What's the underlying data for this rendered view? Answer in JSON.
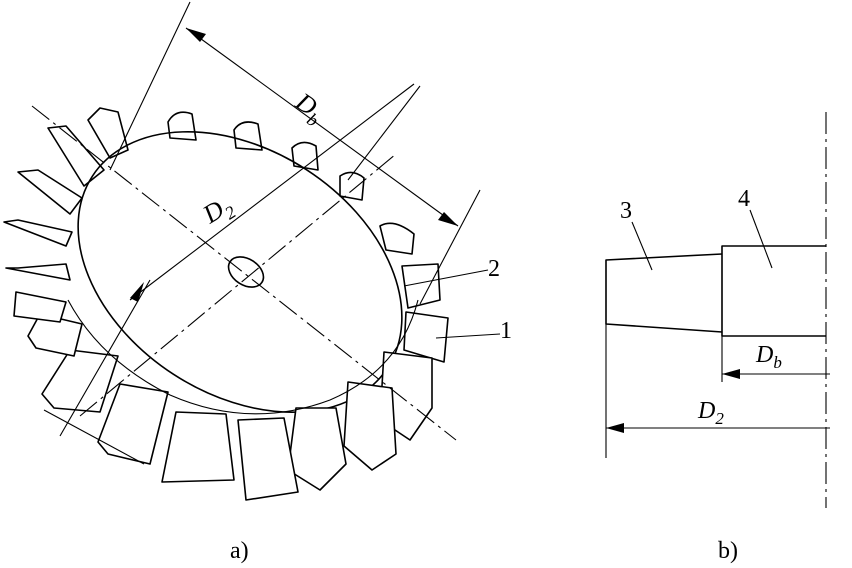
{
  "figure": {
    "panel_a_caption": "a)",
    "panel_b_caption": "b)"
  },
  "labels": {
    "dim_Db_main": "D",
    "dim_Db_sub": "b",
    "dim_D2_main": "D",
    "dim_D2_sub": "2",
    "part_1": "1",
    "part_2": "2",
    "part_3": "3",
    "part_4": "4",
    "b_dim_Db_main": "D",
    "b_dim_Db_sub": "b",
    "b_dim_D2_main": "D",
    "b_dim_D2_sub": "2"
  },
  "colors": {
    "line": "#000000",
    "background": "#ffffff"
  }
}
